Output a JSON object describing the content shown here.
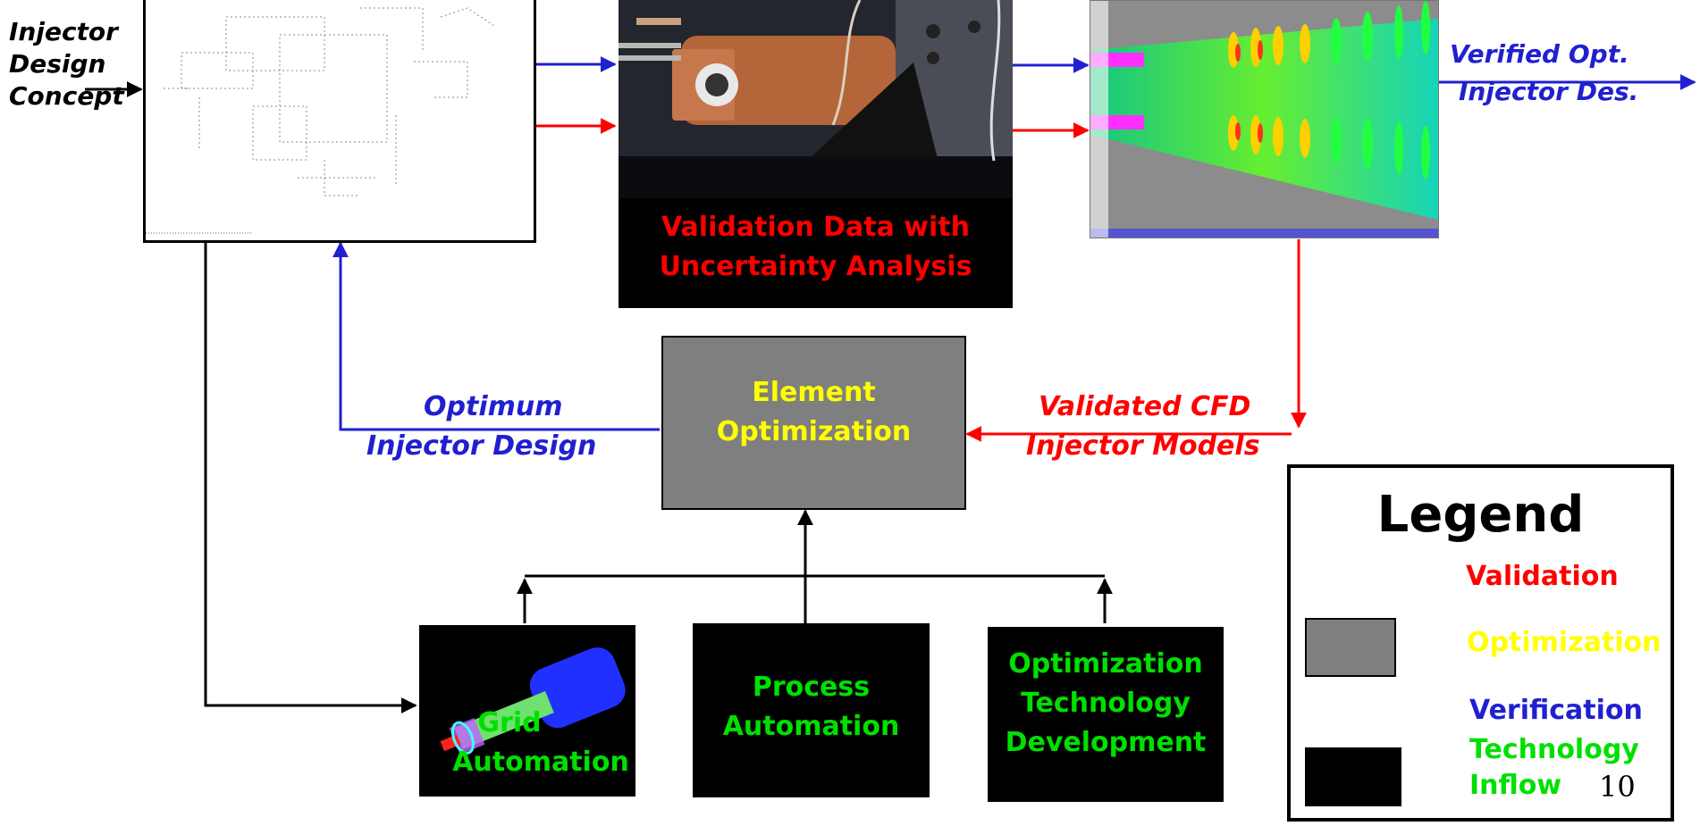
{
  "concept_label": [
    "Injector",
    "Design",
    "Concept"
  ],
  "photo_caption": [
    "Validation Data with",
    "Uncertainty Analysis"
  ],
  "verified_label": [
    "Verified Opt.",
    "Injector Des."
  ],
  "element_optimization": [
    "Element",
    "Optimization"
  ],
  "optimum_label": [
    "Optimum",
    "Injector Design"
  ],
  "validated_label": [
    "Validated CFD",
    "Injector Models"
  ],
  "grid_automation": [
    "Grid",
    "Automation"
  ],
  "process_automation": [
    "Process",
    "Automation"
  ],
  "opt_tech_dev": [
    "Optimization",
    "Technology",
    "Development"
  ],
  "legend": {
    "title": "Legend",
    "validation": "Validation",
    "optimization": "Optimization",
    "verification": "Verification",
    "technology_inflow": [
      "Technology",
      "Inflow"
    ]
  },
  "page_number": "10",
  "colors": {
    "validation": "#ff0000",
    "verification": "#2020d0",
    "optimization_text": "#ffff00",
    "technology_text": "#00e000",
    "box_gray": "#7f7f7f"
  }
}
